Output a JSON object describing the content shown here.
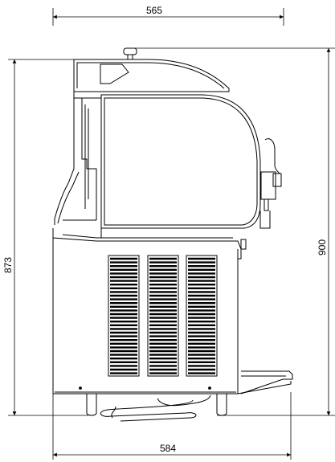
{
  "dimensions": {
    "top_width": "565",
    "bottom_width": "584",
    "left_height": "873",
    "right_height": "900"
  }
}
